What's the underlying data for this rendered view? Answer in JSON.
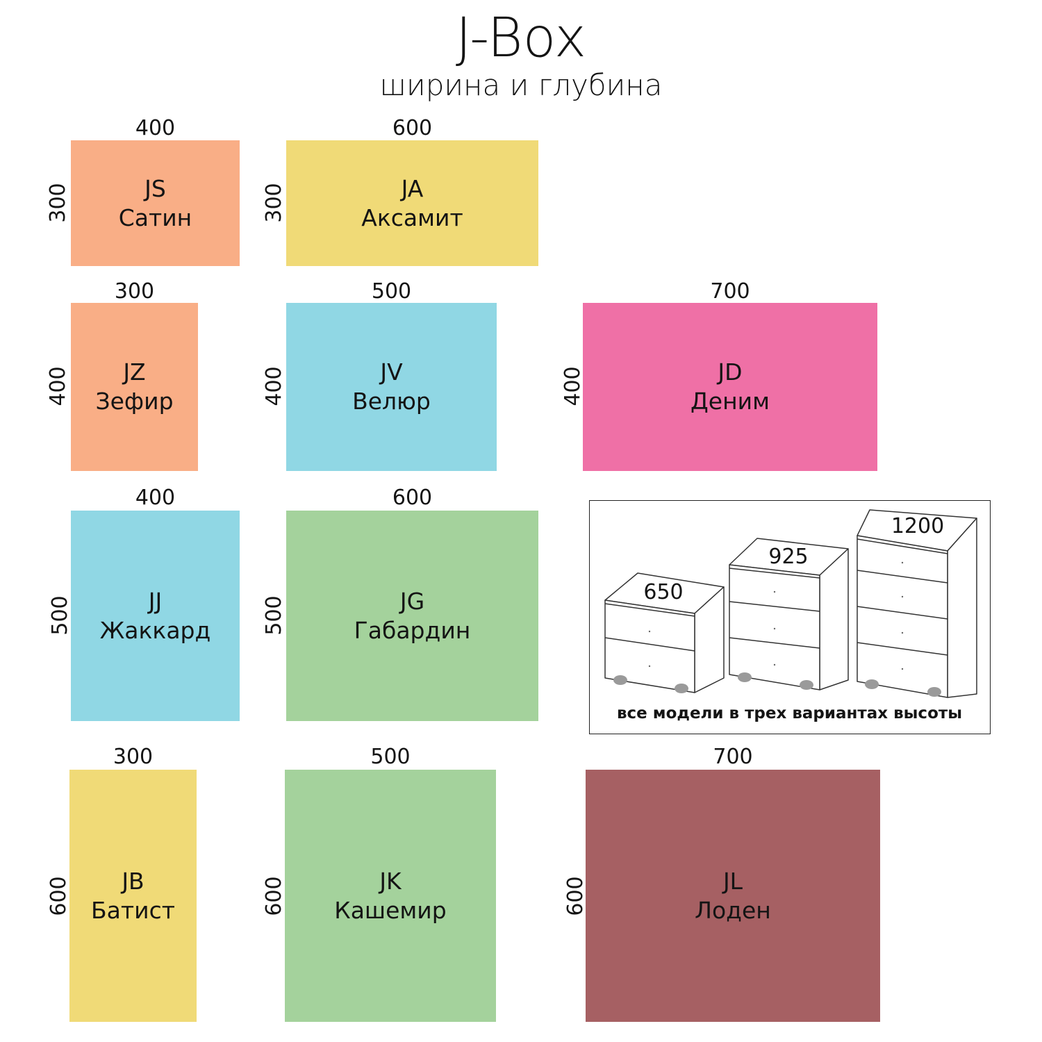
{
  "title": "J-Box",
  "subtitle": "ширина и глубина",
  "boxes": [
    {
      "code": "JS",
      "name": "Сатин",
      "width": "400",
      "depth": "300",
      "color": "#f9ae86"
    },
    {
      "code": "JA",
      "name": "Аксамит",
      "width": "600",
      "depth": "300",
      "color": "#f0da77"
    },
    {
      "code": "JZ",
      "name": "Зефир",
      "width": "300",
      "depth": "400",
      "color": "#f9ae86"
    },
    {
      "code": "JV",
      "name": "Велюр",
      "width": "500",
      "depth": "400",
      "color": "#90d7e4"
    },
    {
      "code": "JD",
      "name": "Деним",
      "width": "700",
      "depth": "400",
      "color": "#ef70a6"
    },
    {
      "code": "JJ",
      "name": "Жаккард",
      "width": "400",
      "depth": "500",
      "color": "#90d7e4"
    },
    {
      "code": "JG",
      "name": "Габардин",
      "width": "600",
      "depth": "500",
      "color": "#a4d29c"
    },
    {
      "code": "JB",
      "name": "Батист",
      "width": "300",
      "depth": "600",
      "color": "#f0da77"
    },
    {
      "code": "JK",
      "name": "Кашемир",
      "width": "500",
      "depth": "600",
      "color": "#a4d29c"
    },
    {
      "code": "JL",
      "name": "Лоден",
      "width": "700",
      "depth": "600",
      "color": "#a66063"
    }
  ],
  "heights": {
    "values": [
      "650",
      "925",
      "1200"
    ],
    "caption": "все модели в трех вариантах высоты"
  }
}
